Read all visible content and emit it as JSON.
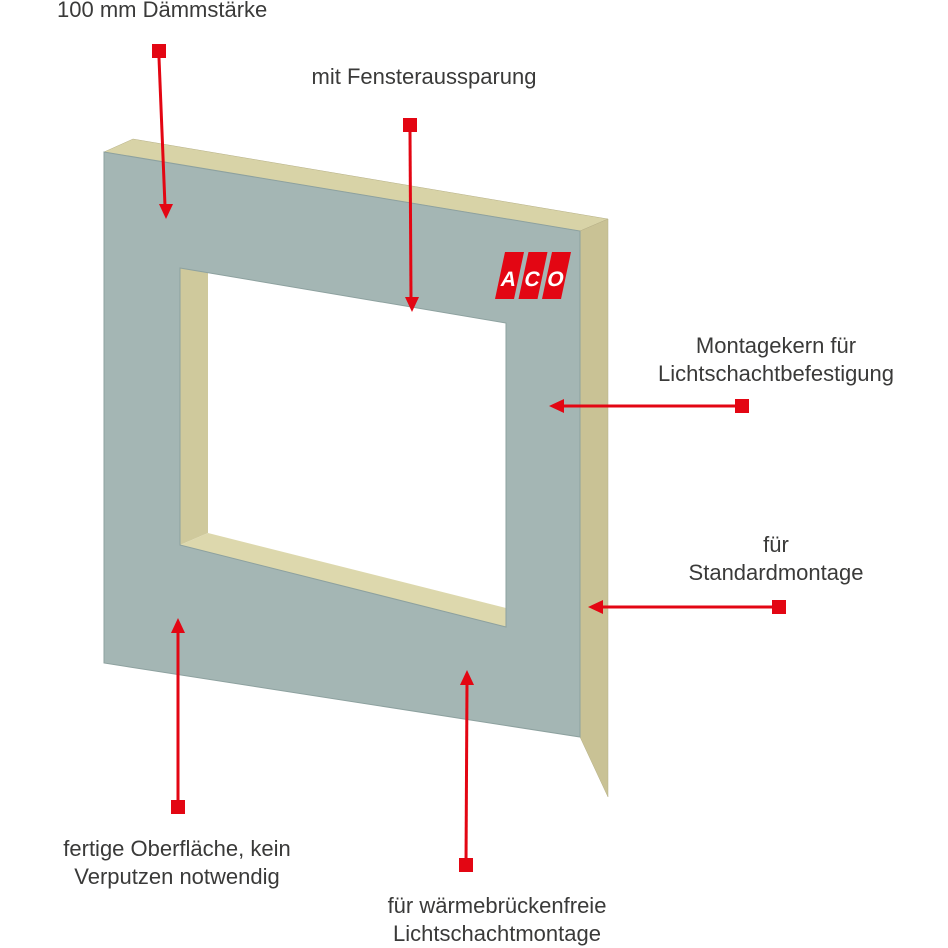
{
  "colors": {
    "red": "#e30613",
    "panel-face": "#a4b6b4",
    "panel-edge-top": "#d8d3a7",
    "panel-edge-right": "#c9c295",
    "panel-reveal-left": "#cfc99c",
    "panel-reveal-bottom": "#ddd8ad",
    "text": "#3a3a39"
  },
  "logo": {
    "name": "ACO",
    "letters": [
      "A",
      "C",
      "O"
    ]
  },
  "annotations": {
    "daemmstaerke": {
      "text": "100 mm Dämmstärke"
    },
    "fensteraussparung": {
      "text": "mit Fensteraussparung"
    },
    "montagekern": {
      "line1": "Montagekern für",
      "line2": "Lichtschachtbefestigung"
    },
    "standardmontage": {
      "line1": "für",
      "line2": "Standardmontage"
    },
    "oberflaeche": {
      "line1": "fertige Oberfläche, kein",
      "line2": "Verputzen notwendig"
    },
    "lichtschachtmontage": {
      "line1": "für wärmebrückenfreie",
      "line2": "Lichtschachtmontage"
    }
  }
}
